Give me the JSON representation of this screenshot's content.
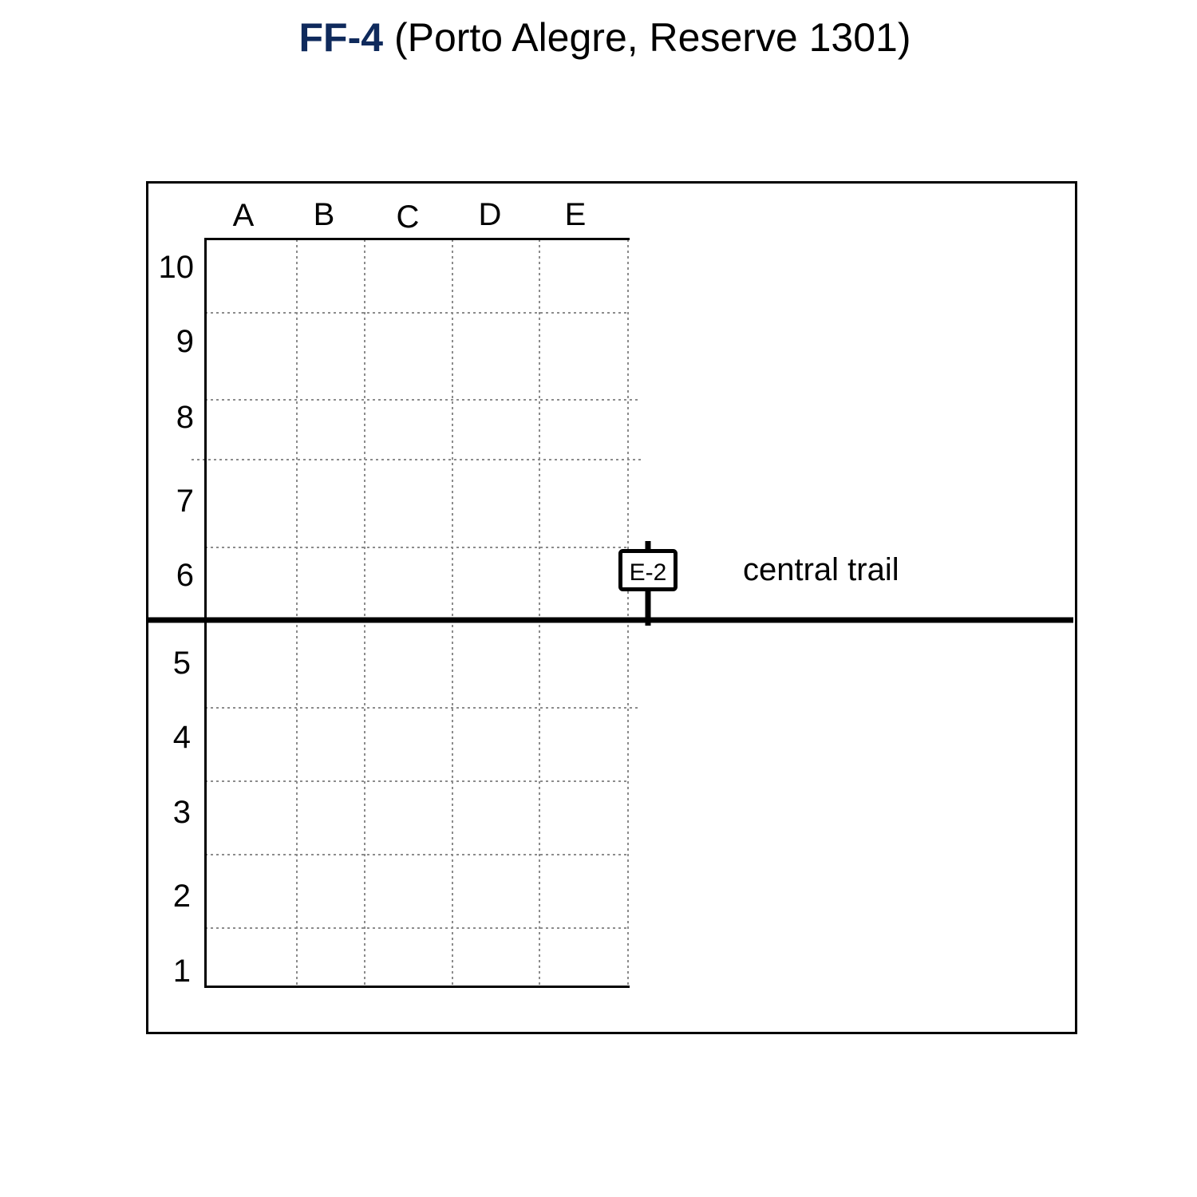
{
  "title": {
    "code": "FF-4",
    "rest": "(Porto Alegre, Reserve 1301)"
  },
  "grid": {
    "columns": [
      "A",
      "B",
      "C",
      "D",
      "E"
    ],
    "rows": [
      "10",
      "9",
      "8",
      "7",
      "6",
      "5",
      "4",
      "3",
      "2",
      "1"
    ]
  },
  "marker": {
    "label": "E-2"
  },
  "trail": {
    "label": "central trail"
  },
  "colors": {
    "title_code": "#0f2a5c",
    "grid_lines": "#8c8c8c",
    "ink": "#000000"
  }
}
